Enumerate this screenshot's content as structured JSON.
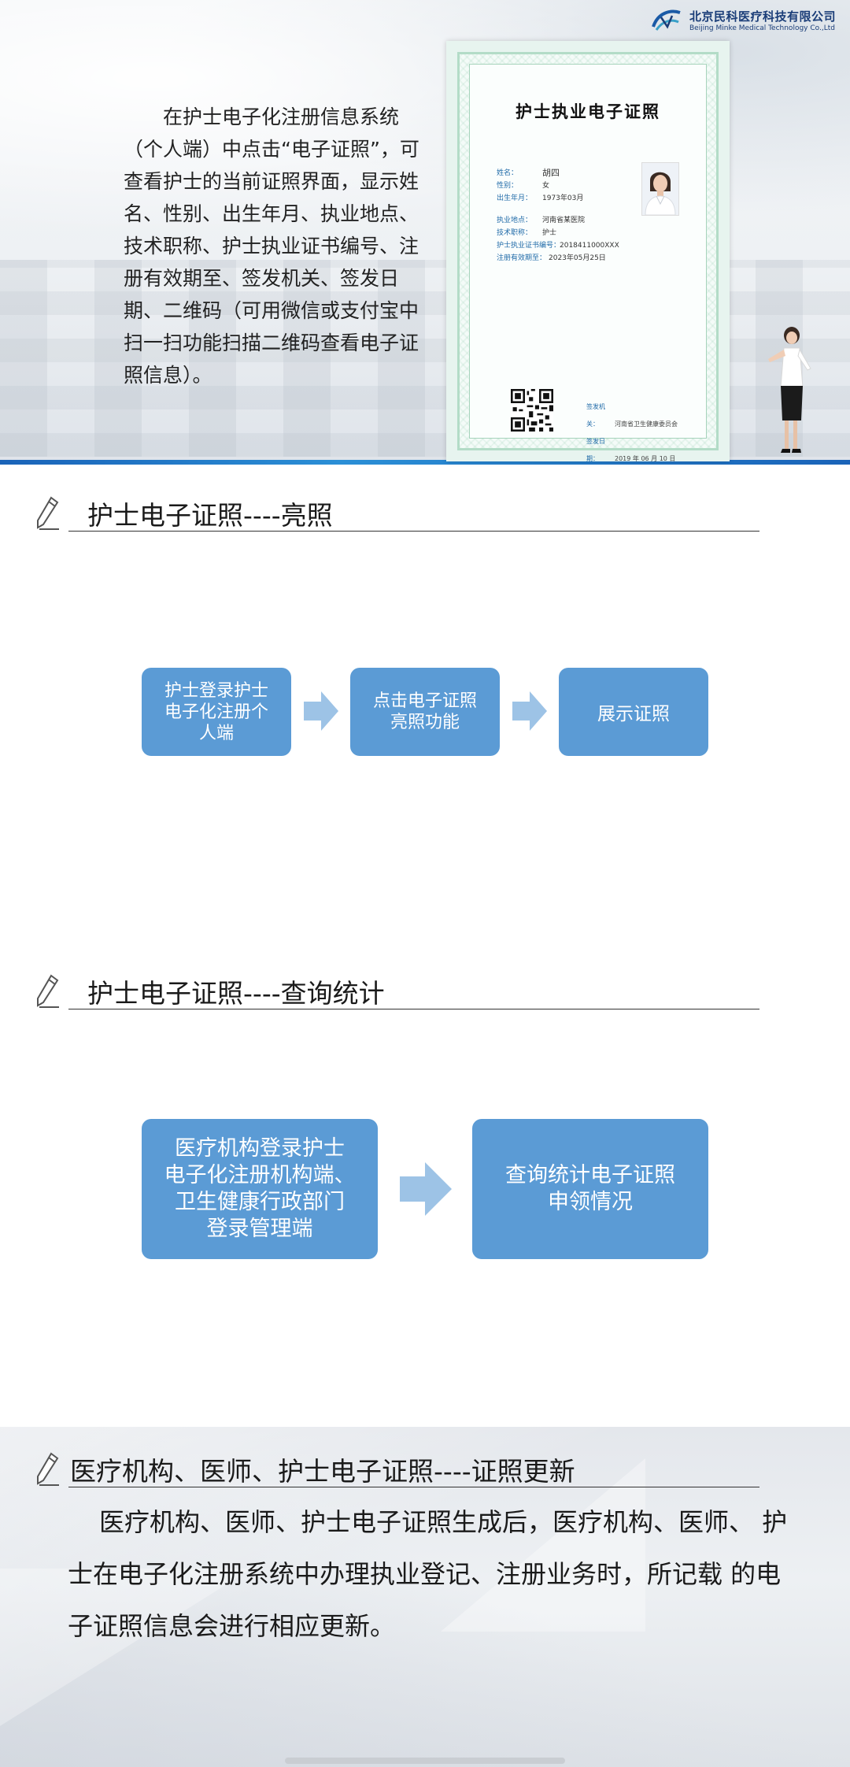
{
  "logo": {
    "name_cn": "北京民科医疗科技有限公司",
    "name_en": "Beijing Minke Medical Technology Co.,Ltd"
  },
  "intro": {
    "text": "在护士电子化注册信息系统（个人端）中点击“电子证照”，可查看护士的当前证照界面，显示姓名、性别、出生年月、执业地点、技术职称、护士执业证书编号、注册有效期至、签发机关、签发日期、二维码（可用微信或支付宝中扫一扫功能扫描二维码查看电子证照信息）。"
  },
  "certificate": {
    "title": "护士执业电子证照",
    "rows_a": [
      {
        "key": "姓名：",
        "value": "胡四"
      },
      {
        "key": "性别：",
        "value": "女"
      },
      {
        "key": "出生年月：",
        "value": "1973年03月"
      }
    ],
    "rows_b": [
      {
        "key": "执业地点：",
        "value": "河南省某医院"
      },
      {
        "key": "技术职称：",
        "value": "护士"
      },
      {
        "key": "护士执业证书编号：",
        "value": "2018411000XXX"
      },
      {
        "key": "注册有效期至：",
        "value": "2023年05月25日"
      }
    ],
    "issuer_key": "签发机关：",
    "issuer_value": "河南省卫生健康委员会",
    "date_key": "签发日期：",
    "date_value": "2019 年 06 月 10 日"
  },
  "section1": {
    "title": "护士电子证照----亮照",
    "steps": [
      [
        "护士登录护士",
        "电子化注册个",
        "人端"
      ],
      [
        "点击电子证照",
        "亮照功能"
      ],
      [
        "展示证照"
      ]
    ]
  },
  "section2": {
    "title": "护士电子证照----查询统计",
    "steps": [
      [
        "医疗机构登录护士",
        "电子化注册机构端、",
        "卫生健康行政部门",
        "登录管理端"
      ],
      [
        "查询统计电子证照",
        "申领情况"
      ]
    ]
  },
  "section3": {
    "title": "医疗机构、医师、护士电子证照----证照更新",
    "paragraph": "医疗机构、医师、护士电子证照生成后，医疗机构、医师、 护士在电子化注册系统中办理执业登记、注册业务时，所记载 的电子证照信息会进行相应更新。"
  },
  "colors": {
    "box": "#5b9bd5",
    "arrow": "#9dc3e6",
    "bluebar": "#1a63b8"
  }
}
